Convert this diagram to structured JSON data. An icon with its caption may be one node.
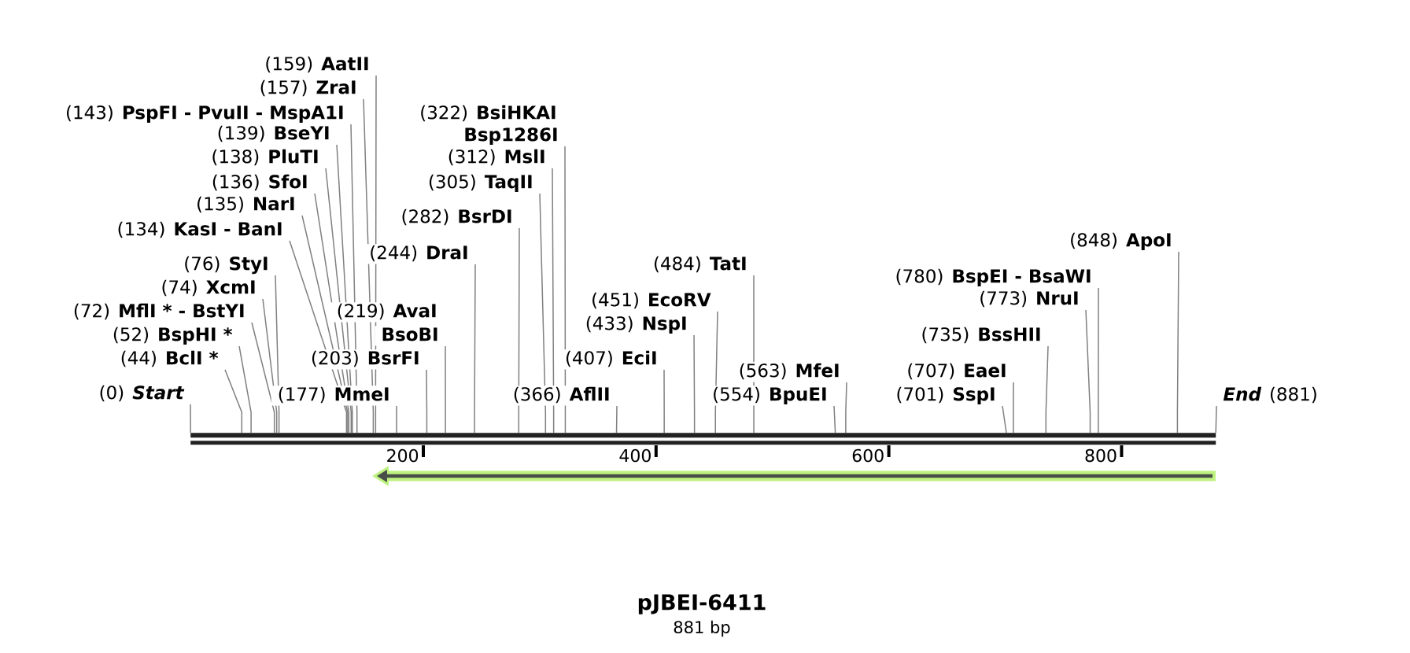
{
  "diagram": {
    "title": "pJBEI-6411",
    "caption": "881 bp",
    "nodes": [
      {
        "text": [
          "(0)",
          "Start"
        ]
      },
      {
        "text": [
          "(44)",
          "BclI *"
        ]
      },
      {
        "text": [
          "(52)",
          "BspHI *"
        ]
      },
      {
        "text": [
          "(72)",
          "MflI * - BstYI"
        ]
      },
      {
        "text": [
          "(74)",
          "XcmI"
        ]
      },
      {
        "text": [
          "(76)",
          "StyI"
        ]
      },
      {
        "text": [
          "(134)",
          "KasI - BanI"
        ]
      },
      {
        "text": [
          "(135)",
          "NarI"
        ]
      },
      {
        "text": [
          "(136)",
          "SfoI"
        ]
      },
      {
        "text": [
          "(138)",
          "PluTI"
        ]
      },
      {
        "text": [
          "(139)",
          "BseYI"
        ]
      },
      {
        "text": [
          "(143)",
          "PspFI - PvuII - MspA1I"
        ]
      },
      {
        "text": [
          "(157)",
          "ZraI"
        ]
      },
      {
        "text": [
          "(159)",
          "AatII"
        ]
      },
      {
        "text": [
          "(177)",
          "MmeI"
        ]
      },
      {
        "text": [
          "(203)",
          "BsrFI"
        ]
      },
      {
        "text": [
          "(219)",
          "AvaI"
        ]
      },
      {
        "text": [
          "BsoBI"
        ]
      },
      {
        "text": [
          "(244)",
          "DraI"
        ]
      },
      {
        "text": [
          "(282)",
          "BsrDI"
        ]
      },
      {
        "text": [
          "(305)",
          "TaqII"
        ]
      },
      {
        "text": [
          "(312)",
          "MslI"
        ]
      },
      {
        "text": [
          "(322)",
          "BsiHKAI"
        ]
      },
      {
        "text": [
          "Bsp1286I"
        ]
      },
      {
        "text": [
          "(366)",
          "AflII"
        ]
      },
      {
        "text": [
          "(407)",
          "EciI"
        ]
      },
      {
        "text": [
          "(433)",
          "NspI"
        ]
      },
      {
        "text": [
          "(451)",
          "EcoRV"
        ]
      },
      {
        "text": [
          "(484)",
          "TatI"
        ]
      },
      {
        "text": [
          "(554)",
          "BpuEI"
        ]
      },
      {
        "text": [
          "(563)",
          "MfeI"
        ]
      },
      {
        "text": [
          "(701)",
          "SspI"
        ]
      },
      {
        "text": [
          "(707)",
          "EaeI"
        ]
      },
      {
        "text": [
          "(735)",
          "BssHII"
        ]
      },
      {
        "text": [
          "(773)",
          "NruI"
        ]
      },
      {
        "text": [
          "(780)",
          "BspEI - BsaWI"
        ]
      },
      {
        "text": [
          "(848)",
          "ApoI"
        ]
      },
      {
        "text": [
          "End",
          "(881)"
        ]
      },
      {
        "text": [],
        "shape": "bar"
      }
    ],
    "edges": [
      {
        "from": 0,
        "to": 38,
        "arrow": "none"
      },
      {
        "from": 1,
        "to": 38,
        "arrow": "none"
      },
      {
        "from": 2,
        "to": 38,
        "arrow": "none"
      },
      {
        "from": 3,
        "to": 38,
        "arrow": "none"
      },
      {
        "from": 4,
        "to": 38,
        "arrow": "none"
      },
      {
        "from": 5,
        "to": 38,
        "arrow": "none"
      },
      {
        "from": 6,
        "to": 38,
        "arrow": "none"
      },
      {
        "from": 7,
        "to": 38,
        "arrow": "none"
      },
      {
        "from": 8,
        "to": 38,
        "arrow": "none"
      },
      {
        "from": 9,
        "to": 38,
        "arrow": "none"
      },
      {
        "from": 10,
        "to": 38,
        "arrow": "none"
      },
      {
        "from": 11,
        "to": 38,
        "arrow": "none"
      },
      {
        "from": 12,
        "to": 38,
        "arrow": "none"
      },
      {
        "from": 13,
        "to": 38,
        "arrow": "none"
      },
      {
        "from": 14,
        "to": 38,
        "arrow": "none"
      },
      {
        "from": 15,
        "to": 38,
        "arrow": "none"
      },
      {
        "from": 17,
        "to": 38,
        "arrow": "none"
      },
      {
        "from": 18,
        "to": 38,
        "arrow": "none"
      },
      {
        "from": 19,
        "to": 38,
        "arrow": "none"
      },
      {
        "from": 20,
        "to": 38,
        "arrow": "none"
      },
      {
        "from": 21,
        "to": 38,
        "arrow": "none"
      },
      {
        "from": 23,
        "to": 38,
        "arrow": "none"
      },
      {
        "from": 24,
        "to": 38,
        "arrow": "none"
      },
      {
        "from": 25,
        "to": 38,
        "arrow": "none"
      },
      {
        "from": 26,
        "to": 38,
        "arrow": "none"
      },
      {
        "from": 27,
        "to": 38,
        "arrow": "none"
      },
      {
        "from": 28,
        "to": 38,
        "arrow": "none"
      },
      {
        "from": 29,
        "to": 38,
        "arrow": "none"
      },
      {
        "from": 30,
        "to": 38,
        "arrow": "none"
      },
      {
        "from": 31,
        "to": 38,
        "arrow": "none"
      },
      {
        "from": 32,
        "to": 38,
        "arrow": "none"
      },
      {
        "from": 33,
        "to": 38,
        "arrow": "none"
      },
      {
        "from": 34,
        "to": 38,
        "arrow": "none"
      },
      {
        "from": 35,
        "to": 38,
        "arrow": "none"
      },
      {
        "from": 36,
        "to": 38,
        "arrow": "none"
      },
      {
        "from": 37,
        "to": 38,
        "arrow": "none"
      }
    ],
    "labels": [
      "200",
      "400",
      "600",
      "800"
    ]
  }
}
